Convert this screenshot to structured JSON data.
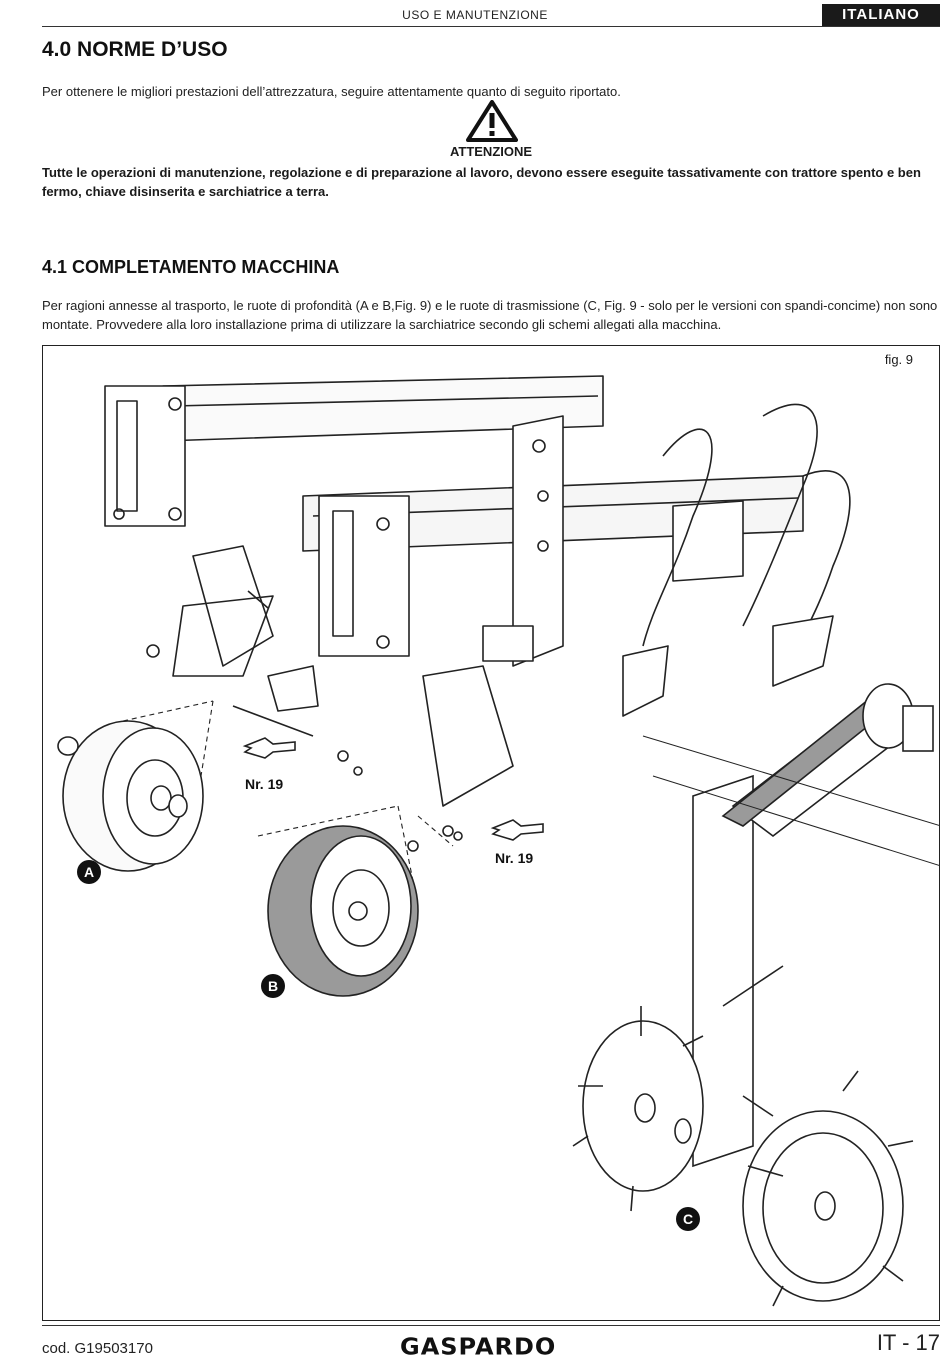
{
  "header": {
    "section": "USO E MANUTENZIONE",
    "language": "ITALIANO"
  },
  "section_4_0": {
    "title": "4.0 NORME D’USO",
    "intro": "Per ottenere le migliori prestazioni dell’attrezzatura, seguire attentamente quanto di seguito riportato.",
    "warning_label": "ATTENZIONE",
    "warning_text": "Tutte le operazioni di manutenzione, regolazione e di preparazione al lavoro, devono essere eseguite tassativamente con trattore spento e ben fermo, chiave disinserita e sarchiatrice a terra."
  },
  "section_4_1": {
    "title": "4.1 COMPLETAMENTO MACCHINA",
    "text": "Per ragioni annesse al trasporto, le ruote di profondità (A e B,Fig. 9) e le ruote di trasmissione (C, Fig. 9 - solo per le versioni con spandi-concime) non sono montate. Provvedere alla loro installazione prima di utilizzare la sarchiatrice secondo gli schemi allegati alla macchina."
  },
  "figure": {
    "label": "fig. 9",
    "wrench_1": "Nr. 19",
    "wrench_2": "Nr. 19",
    "callout_a": "A",
    "callout_b": "B",
    "callout_c": "C"
  },
  "footer": {
    "code": "cod.  G19503170",
    "brand": "GASPARDO",
    "page": "IT - 17"
  }
}
